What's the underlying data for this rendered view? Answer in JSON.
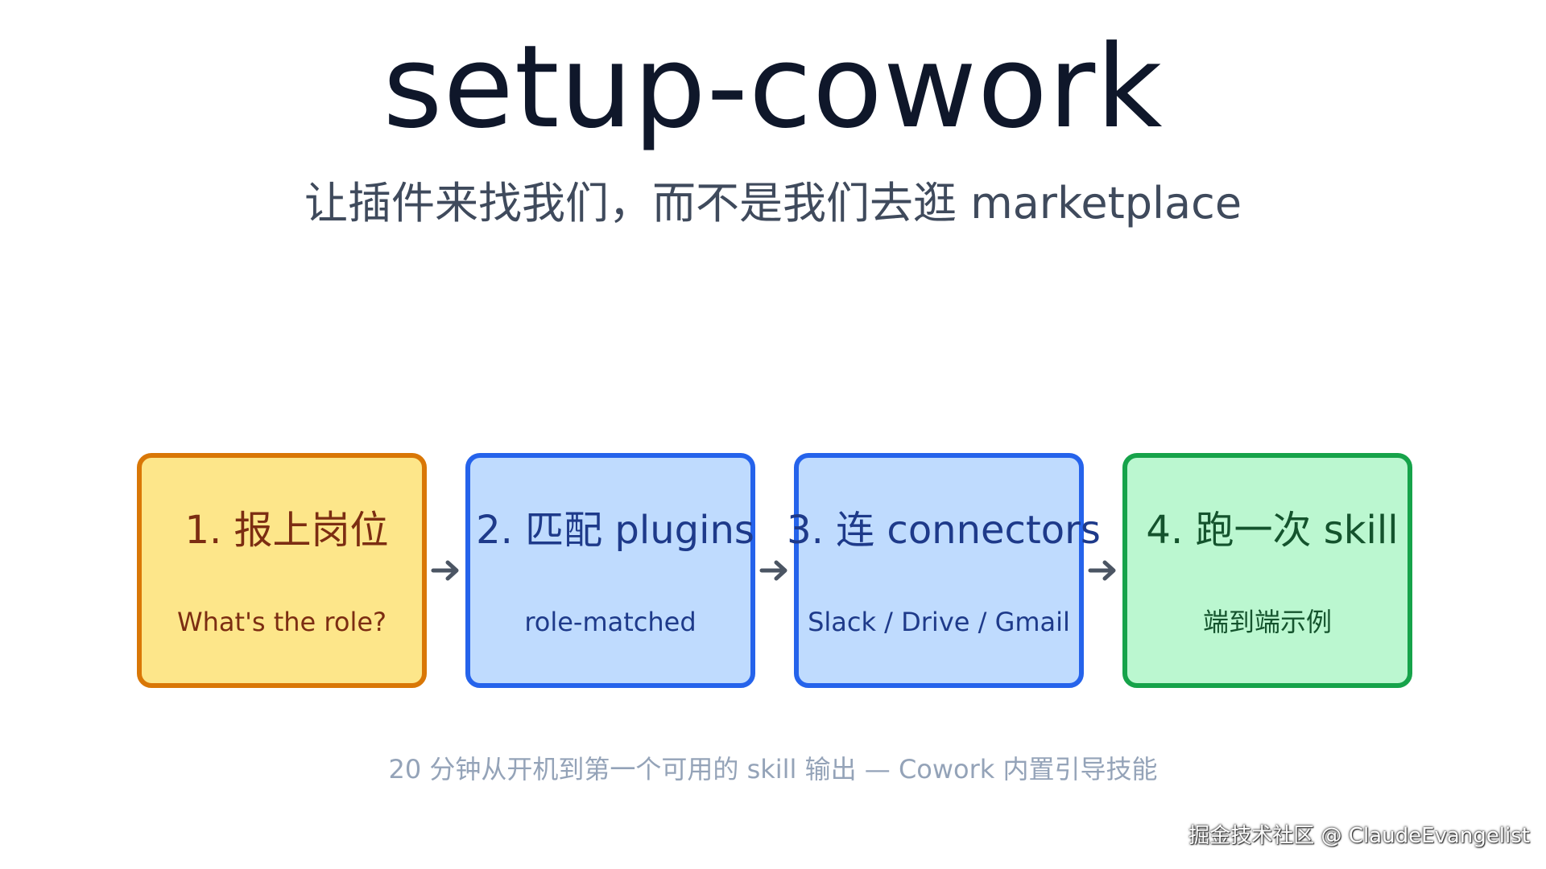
{
  "title": "setup-cowork",
  "subtitle": "让插件来找我们，而不是我们去逛 marketplace",
  "steps": [
    {
      "heading": "1. 报上岗位",
      "caption": "What's the role?"
    },
    {
      "heading": "2. 匹配 plugins",
      "caption": "role-matched"
    },
    {
      "heading": "3. 连 connectors",
      "caption": "Slack / Drive / Gmail"
    },
    {
      "heading": "4. 跑一次 skill",
      "caption": "端到端示例"
    }
  ],
  "footer_note": "20 分钟从开机到第一个可用的 skill 输出 — Cowork 内置引导技能",
  "watermark": "掘金技术社区 @ ClaudeEvangelist",
  "colors": {
    "step_1_fill": "#fde68a",
    "step_1_border": "#d97706",
    "step_2_fill": "#bfdbfe",
    "step_2_border": "#2563eb",
    "step_3_fill": "#bfdbfe",
    "step_3_border": "#2563eb",
    "step_4_fill": "#bbf7d0",
    "step_4_border": "#16a34a",
    "arrow": "#4b5563"
  }
}
